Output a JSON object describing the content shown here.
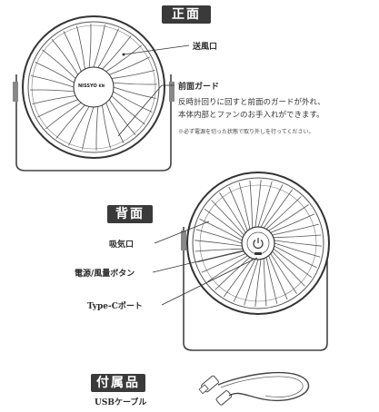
{
  "front": {
    "badge": "正面",
    "brand": "NISSYO",
    "brand_suffix": "KN",
    "outlet_label": "送風口",
    "guard_label": "前面ガード",
    "guard_desc_1": "反時計回りに回すと前面のガードが外れ、",
    "guard_desc_2": "本体内部とファンのお手入れができます。",
    "note": "※必ず電源を切った状態で取り外しを行ってください。"
  },
  "back": {
    "badge": "背面",
    "intake_label": "吸気口",
    "power_label": "電源/風量ボタン",
    "typec_label": "Type-Cポート"
  },
  "accessories": {
    "badge": "付属品",
    "usb_cable_label": "USBケーブル"
  },
  "icons": {
    "power": "power-icon",
    "cable": "usb-cable-icon"
  }
}
